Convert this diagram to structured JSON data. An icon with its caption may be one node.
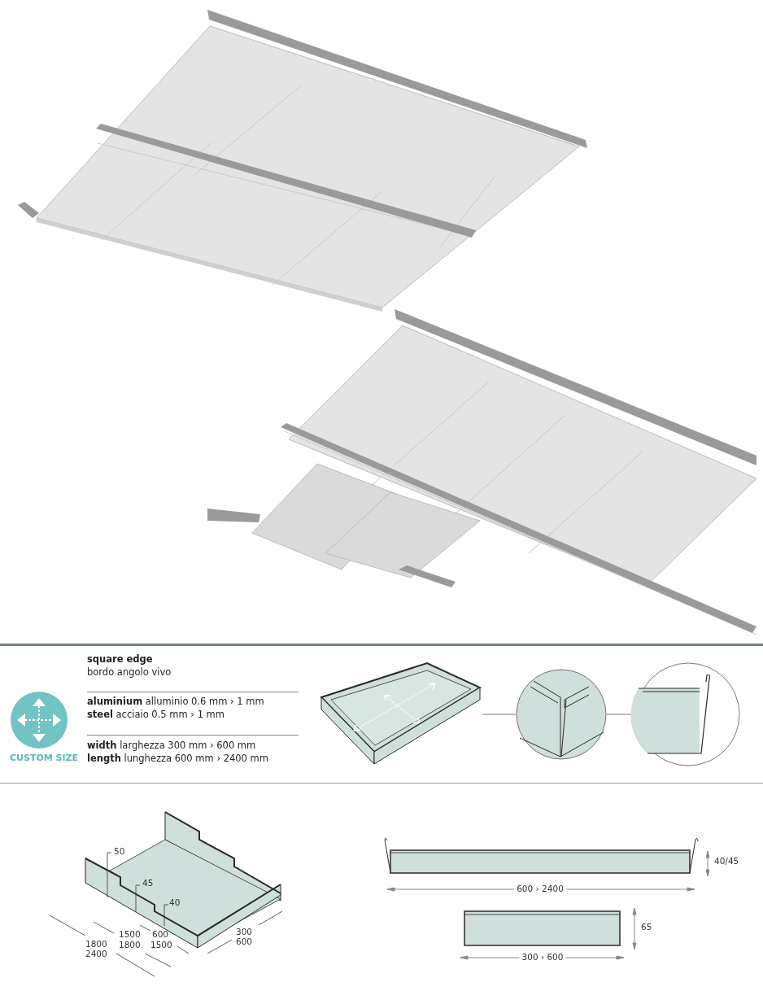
{
  "diagram": {
    "nodes": [
      {
        "text": [],
        "shape": "picture"
      },
      {
        "text": [],
        "shape": "picture"
      },
      {
        "text": [],
        "shape": "picture"
      }
    ],
    "edges": [
      {
        "from": 0,
        "to": 1,
        "arrow": "none"
      },
      {
        "from": 1,
        "to": 2,
        "arrow": "none"
      }
    ],
    "labels": [
      "square edge",
      "bordo angolo vivo",
      "**aluminium** alluminio 0.6 mm › 1 mm",
      "**steel** acciaio 0.5 mm › 1 mm",
      "**width** larghezza 300 mm › 600 mm",
      "**length** lunghezza 600 mm › 2400 mm",
      "CUSTOM SIZE",
      "50",
      "45",
      "40",
      "1500",
      "600",
      "1800",
      "1800",
      "1500",
      "2400",
      "300",
      "600",
      "40/45",
      "600 › 2400",
      "65",
      "300 › 600"
    ]
  }
}
